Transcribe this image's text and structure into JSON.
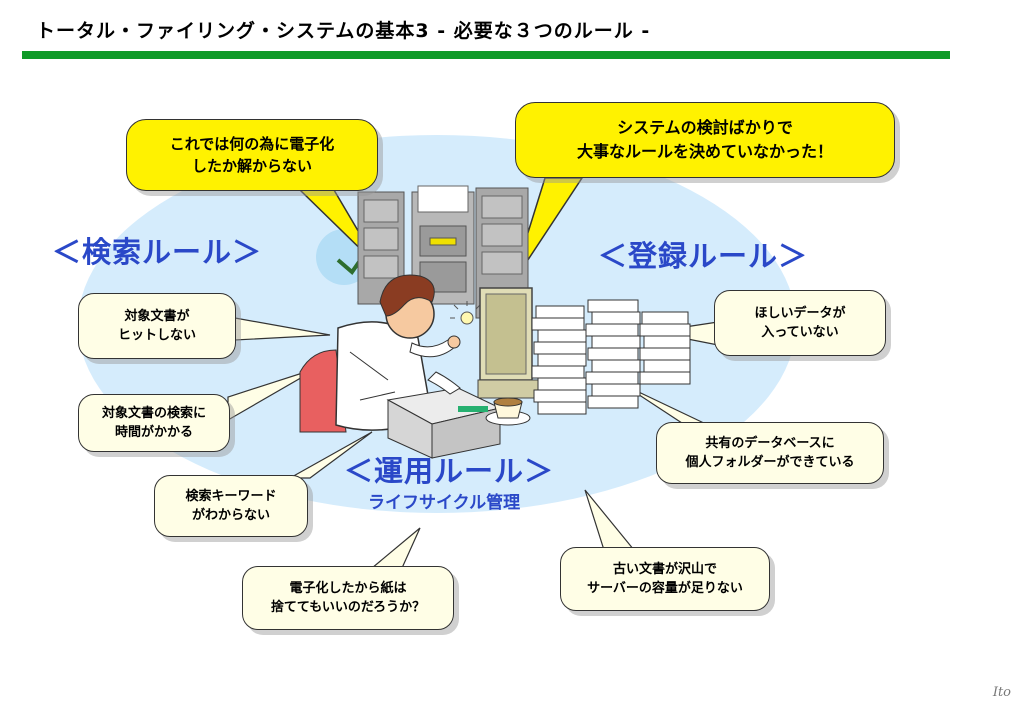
{
  "page": {
    "title": "トータル・ファイリング・システムの基本3 - 必要な３つのルール -",
    "footer_mark": "Ito"
  },
  "colors": {
    "title_rule": "#0f9a28",
    "background_ellipse": "#d5ecfc",
    "speech_yellow": "#fff200",
    "note_bubble": "#fffee6",
    "rule_label": "#2a48c8"
  },
  "rules": {
    "search": "＜検索ルール＞",
    "registration": "＜登録ルール＞",
    "operation": "＜運用ルール＞",
    "operation_sub": "ライフサイクル管理"
  },
  "speech": {
    "left": {
      "line1": "これでは何の為に電子化",
      "line2": "したか解からない"
    },
    "right": {
      "line1": "システムの検討ばかりで",
      "line2": "大事なルールを決めていなかった！"
    }
  },
  "issues": {
    "no_hit": {
      "line1": "対象文書が",
      "line2": "ヒットしない"
    },
    "search_time": {
      "line1": "対象文書の検索に",
      "line2": "時間がかかる"
    },
    "keyword": {
      "line1": "検索キーワード",
      "line2": "がわからない"
    },
    "paper": {
      "line1": "電子化したから紙は",
      "line2": "捨ててもいいのだろうか？"
    },
    "data_missing": {
      "line1": "ほしいデータが",
      "line2": "入っていない"
    },
    "personal_folders": {
      "line1": "共有のデータベースに",
      "line2": "個人フォルダーができている"
    },
    "old_docs": {
      "line1": "古い文書が沢山で",
      "line2": "サーバーの容量が足りない"
    }
  },
  "icons": [
    "office-worker-illustration",
    "filing-cabinet-icon",
    "paper-stack-icon",
    "computer-monitor-icon",
    "printer-icon",
    "coffee-cup-icon",
    "light-bulb-icon"
  ]
}
